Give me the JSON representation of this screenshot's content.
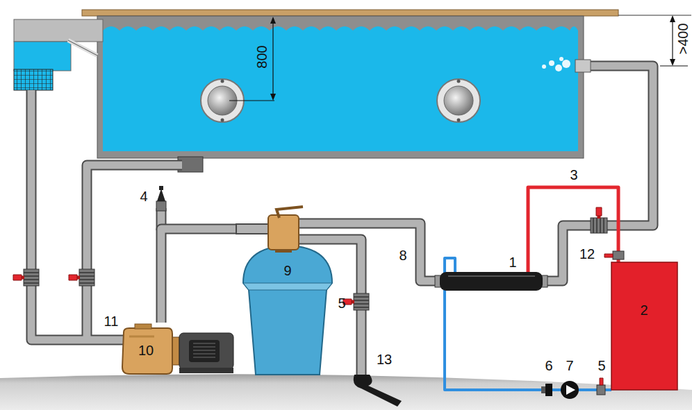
{
  "diagram": {
    "nodes": [
      {
        "text": [
          "9"
        ]
      },
      {
        "text": [
          "2"
        ]
      },
      {
        "text": [
          "10"
        ]
      }
    ],
    "edges": [
      {
        "from": 2,
        "to": 0,
        "arrow": "none"
      }
    ],
    "labels": [
      "800",
      ">400",
      "3",
      "4",
      "12",
      "8",
      "1",
      "5",
      "11",
      "13",
      "6",
      "7",
      "5"
    ]
  }
}
